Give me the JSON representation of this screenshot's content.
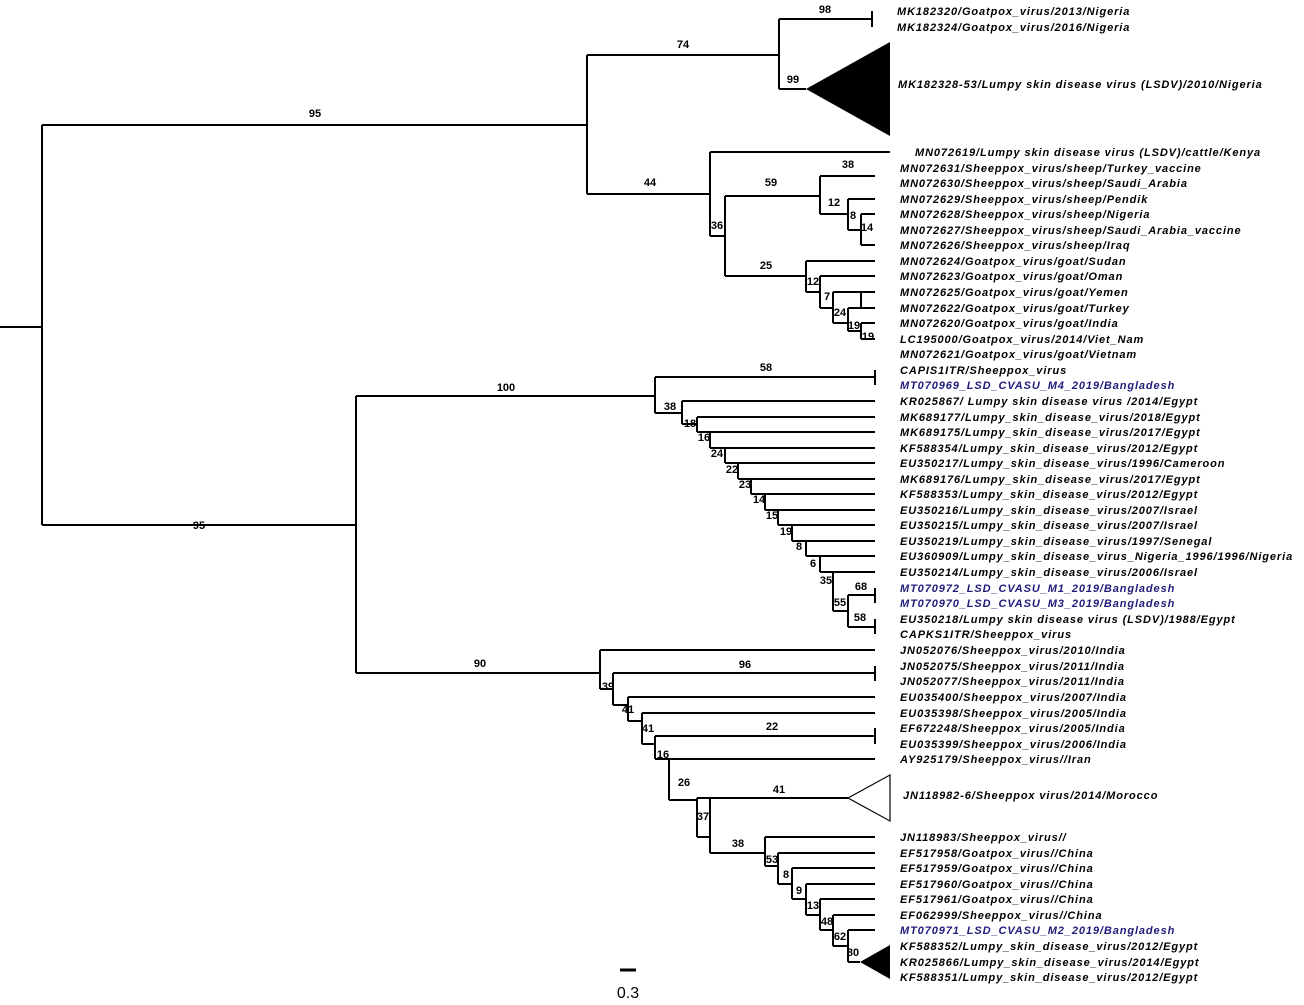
{
  "tree": {
    "scale_label": "0.3",
    "colors": {
      "highlight": "#1f1c7a",
      "normal": "#000000"
    },
    "leaves": [
      {
        "label": "MK182320/Goatpox_virus/2013/Nigeria",
        "highlight": false
      },
      {
        "label": "MK182324/Goatpox_virus/2016/Nigeria",
        "highlight": false
      },
      {
        "label": "MK182328-53/Lumpy skin disease virus (LSDV)/2010/Nigeria",
        "highlight": false,
        "collapsed": "filled"
      },
      {
        "label": "MN072619/Lumpy skin disease virus (LSDV)/cattle/Kenya",
        "highlight": false
      },
      {
        "label": "MN072631/Sheeppox_virus/sheep/Turkey_vaccine",
        "highlight": false
      },
      {
        "label": "MN072630/Sheeppox_virus/sheep/Saudi_Arabia",
        "highlight": false
      },
      {
        "label": "MN072629/Sheeppox_virus/sheep/Pendik",
        "highlight": false
      },
      {
        "label": "MN072628/Sheeppox_virus/sheep/Nigeria",
        "highlight": false
      },
      {
        "label": "MN072627/Sheeppox_virus/sheep/Saudi_Arabia_vaccine",
        "highlight": false
      },
      {
        "label": "MN072626/Sheeppox_virus/sheep/Iraq",
        "highlight": false
      },
      {
        "label": "MN072624/Goatpox_virus/goat/Sudan",
        "highlight": false
      },
      {
        "label": "MN072623/Goatpox_virus/goat/Oman",
        "highlight": false
      },
      {
        "label": "MN072625/Goatpox_virus/goat/Yemen",
        "highlight": false
      },
      {
        "label": "MN072622/Goatpox_virus/goat/Turkey",
        "highlight": false
      },
      {
        "label": "MN072620/Goatpox_virus/goat/India",
        "highlight": false
      },
      {
        "label": "LC195000/Goatpox_virus/2014/Viet_Nam",
        "highlight": false
      },
      {
        "label": "MN072621/Goatpox_virus/goat/Vietnam",
        "highlight": false
      },
      {
        "label": "CAPIS1ITR/Sheeppox_virus",
        "highlight": false
      },
      {
        "label": "MT070969_LSD_CVASU_M4_2019/Bangladesh",
        "highlight": true
      },
      {
        "label": "KR025867/  Lumpy skin disease virus /2014/Egypt",
        "highlight": false
      },
      {
        "label": "MK689177/Lumpy_skin_disease_virus/2018/Egypt",
        "highlight": false
      },
      {
        "label": "MK689175/Lumpy_skin_disease_virus/2017/Egypt",
        "highlight": false
      },
      {
        "label": "KF588354/Lumpy_skin_disease_virus/2012/Egypt",
        "highlight": false
      },
      {
        "label": "EU350217/Lumpy_skin_disease_virus/1996/Cameroon",
        "highlight": false
      },
      {
        "label": "MK689176/Lumpy_skin_disease_virus/2017/Egypt",
        "highlight": false
      },
      {
        "label": "KF588353/Lumpy_skin_disease_virus/2012/Egypt",
        "highlight": false
      },
      {
        "label": "EU350216/Lumpy_skin_disease_virus/2007/Israel",
        "highlight": false
      },
      {
        "label": "EU350215/Lumpy_skin_disease_virus/2007/Israel",
        "highlight": false
      },
      {
        "label": "EU350219/Lumpy_skin_disease_virus/1997/Senegal",
        "highlight": false
      },
      {
        "label": "EU360909/Lumpy_skin_disease_virus_Nigeria_1996/1996/Nigeria",
        "highlight": false
      },
      {
        "label": "EU350214/Lumpy_skin_disease_virus/2006/Israel",
        "highlight": false
      },
      {
        "label": "MT070972_LSD_CVASU_M1_2019/Bangladesh",
        "highlight": true
      },
      {
        "label": "MT070970_LSD_CVASU_M3_2019/Bangladesh",
        "highlight": true
      },
      {
        "label": "EU350218/Lumpy skin disease virus (LSDV)/1988/Egypt",
        "highlight": false
      },
      {
        "label": "CAPKS1ITR/Sheeppox_virus",
        "highlight": false
      },
      {
        "label": "JN052076/Sheeppox_virus/2010/India",
        "highlight": false
      },
      {
        "label": "JN052075/Sheeppox_virus/2011/India",
        "highlight": false
      },
      {
        "label": "JN052077/Sheeppox_virus/2011/India",
        "highlight": false
      },
      {
        "label": "EU035400/Sheeppox_virus/2007/India",
        "highlight": false
      },
      {
        "label": "EU035398/Sheeppox_virus/2005/India",
        "highlight": false
      },
      {
        "label": "EF672248/Sheeppox_virus/2005/India",
        "highlight": false
      },
      {
        "label": "EU035399/Sheeppox_virus/2006/India",
        "highlight": false
      },
      {
        "label": "AY925179/Sheeppox_virus//Iran",
        "highlight": false
      },
      {
        "label": "JN118982-6/Sheeppox virus/2014/Morocco",
        "highlight": false,
        "collapsed": "open"
      },
      {
        "label": "JN118983/Sheeppox_virus//",
        "highlight": false
      },
      {
        "label": "EF517958/Goatpox_virus//China",
        "highlight": false
      },
      {
        "label": "EF517959/Goatpox_virus//China",
        "highlight": false
      },
      {
        "label": "EF517960/Goatpox_virus//China",
        "highlight": false
      },
      {
        "label": "EF517961/Goatpox_virus//China",
        "highlight": false
      },
      {
        "label": "EF062999/Sheeppox_virus//China",
        "highlight": false
      },
      {
        "label": "MT070971_LSD_CVASU_M2_2019/Bangladesh",
        "highlight": true
      },
      {
        "label": "KF588352/Lumpy_skin_disease_virus/2012/Egypt",
        "highlight": false
      },
      {
        "label": "KR025866/Lumpy_skin_disease_virus/2014/Egypt",
        "highlight": false
      },
      {
        "label": "KF588351/Lumpy_skin_disease_virus/2012/Egypt",
        "highlight": false
      }
    ],
    "support": [
      "98",
      "74",
      "99",
      "95",
      "44",
      "38",
      "59",
      "12",
      "8",
      "14",
      "36",
      "25",
      "12",
      "7",
      "24",
      "19",
      "19",
      "58",
      "100",
      "38",
      "18",
      "16",
      "24",
      "22",
      "23",
      "14",
      "15",
      "19",
      "8",
      "6",
      "35",
      "68",
      "55",
      "58",
      "95",
      "90",
      "96",
      "39",
      "41",
      "41",
      "16",
      "22",
      "26",
      "41",
      "37",
      "38",
      "53",
      "8",
      "9",
      "13",
      "48",
      "62",
      "80"
    ]
  }
}
